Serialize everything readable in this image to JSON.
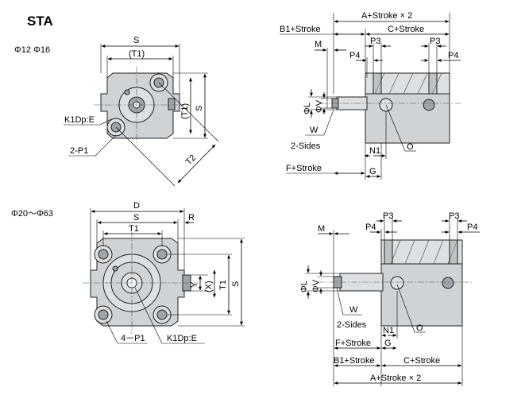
{
  "title": "STA",
  "top_left": {
    "bore_label": "Φ12  Φ16",
    "dims": {
      "s": "S",
      "t1": "(T1)",
      "t1_side": "(T1)",
      "s_side": "S",
      "t2": "T2"
    },
    "callouts": {
      "k1": "K1Dp:E",
      "p1": "2-P1"
    }
  },
  "top_right": {
    "dims": {
      "a_stroke": "A+Stroke × 2",
      "b1_stroke": "B1+Stroke",
      "c_stroke": "C+Stroke",
      "m": "M",
      "p3_left": "P3",
      "p3_right": "P3",
      "p4_left": "P4",
      "p4_right": "P4",
      "phi_l": "ΦL",
      "phi_v": "ΦV",
      "w": "W",
      "two_sides": "2-Sides",
      "n1": "N1",
      "o": "O",
      "f_stroke": "F+Stroke",
      "g": "G"
    }
  },
  "bottom_left": {
    "bore_label": "Φ20～Φ63",
    "dims": {
      "d": "D",
      "s": "S",
      "r": "R",
      "t1": "T1",
      "y": "Y",
      "x": "(X)",
      "t1_side": "T1",
      "s_side": "S"
    },
    "callouts": {
      "p1": "4－P1",
      "k1": "K1Dp:E"
    }
  },
  "bottom_right": {
    "dims": {
      "m": "M",
      "p3_left": "P3",
      "p3_right": "P3",
      "p4_left": "P4",
      "p4_right": "P4",
      "phi_l": "ΦL",
      "phi_v": "ΦV",
      "w": "W",
      "two_sides": "2-Sides",
      "n1": "N1",
      "o": "O",
      "g": "G",
      "f_stroke": "F+Stroke",
      "b1_stroke": "B1+Stroke",
      "c_stroke": "C+Stroke",
      "a_stroke": "A+Stroke × 2"
    }
  }
}
